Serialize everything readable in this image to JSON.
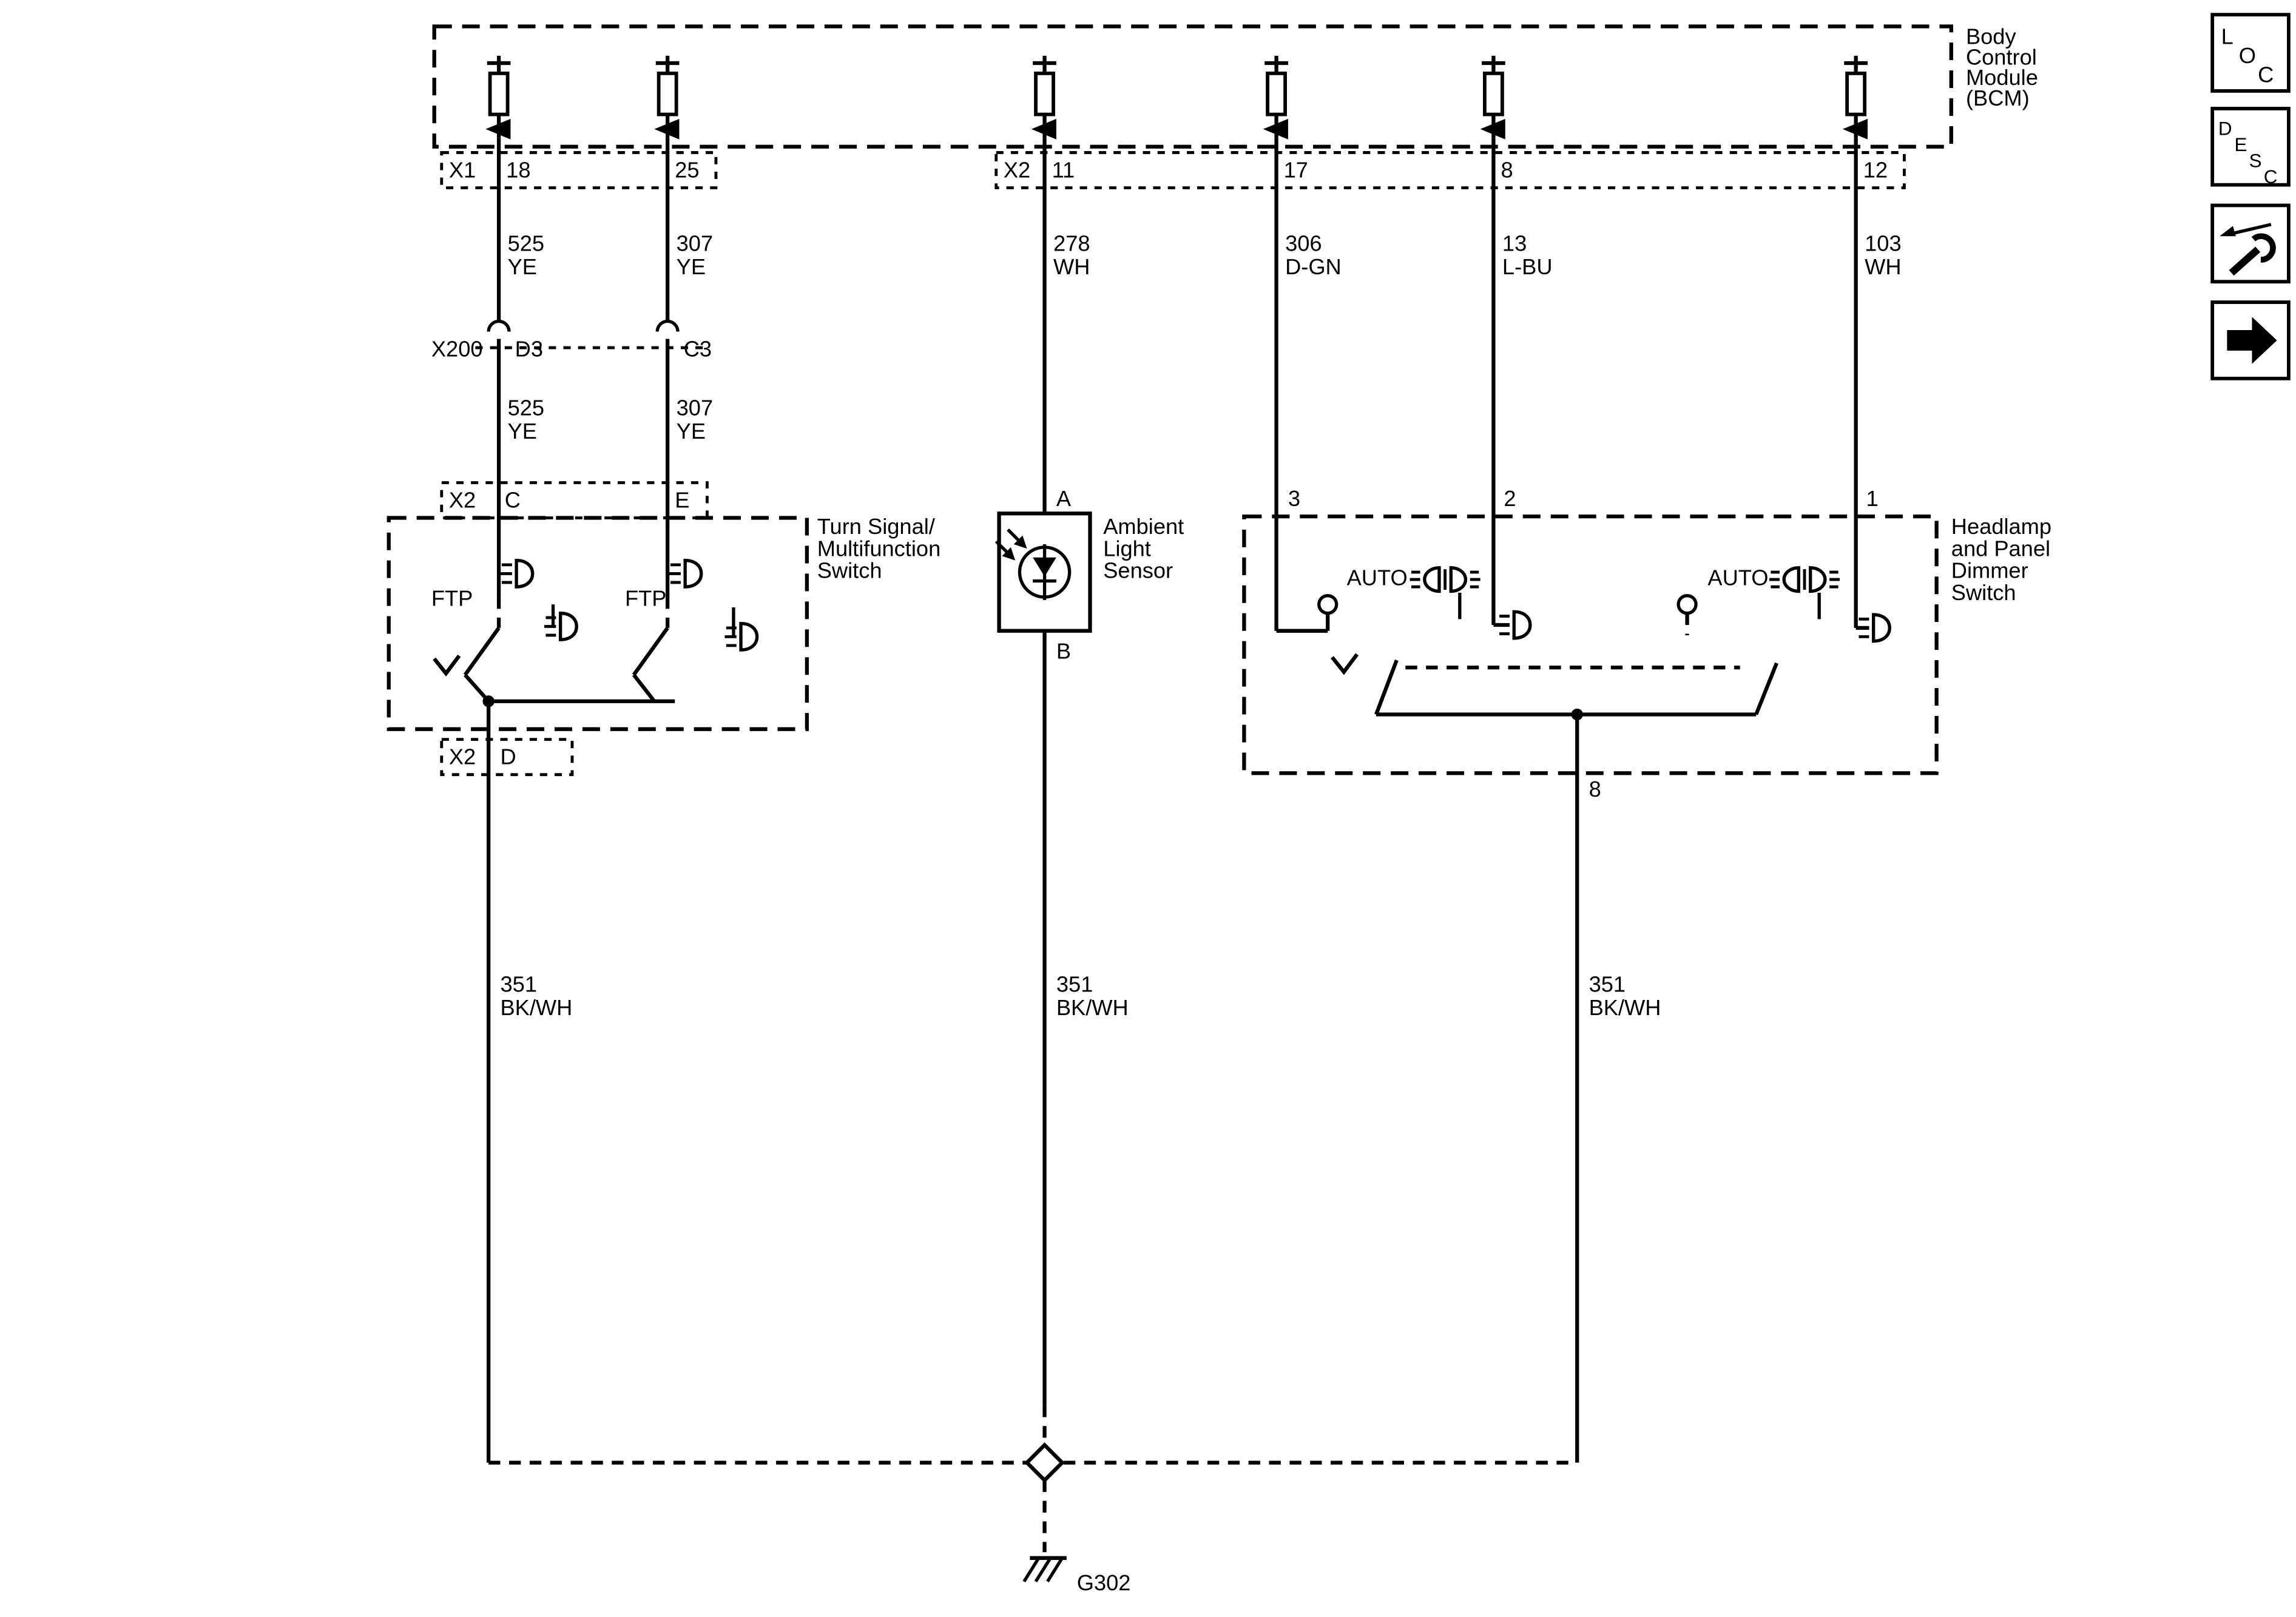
{
  "colors": {
    "line": "#000000",
    "background": "#ffffff"
  },
  "bcm": {
    "name": [
      "Body",
      "Control",
      "Module",
      "(BCM)"
    ],
    "x1_label": "X1",
    "x1_pins": [
      "18",
      "25"
    ],
    "x2_label": "X2",
    "x2_pins": [
      "11",
      "17",
      "8",
      "12"
    ]
  },
  "wires": {
    "top": [
      {
        "circuit": "525",
        "color": "YE"
      },
      {
        "circuit": "307",
        "color": "YE"
      },
      {
        "circuit": "278",
        "color": "WH"
      },
      {
        "circuit": "306",
        "color": "D-GN"
      },
      {
        "circuit": "13",
        "color": "L-BU"
      },
      {
        "circuit": "103",
        "color": "WH"
      }
    ],
    "mid": [
      {
        "circuit": "525",
        "color": "YE"
      },
      {
        "circuit": "307",
        "color": "YE"
      }
    ],
    "bottom": [
      {
        "circuit": "351",
        "color": "BK/WH"
      },
      {
        "circuit": "351",
        "color": "BK/WH"
      },
      {
        "circuit": "351",
        "color": "BK/WH"
      }
    ]
  },
  "x200": {
    "label": "X200",
    "pin_left": "D3",
    "pin_right": "C3"
  },
  "turn_signal_switch": {
    "name": [
      "Turn Signal/",
      "Multifunction",
      "Switch"
    ],
    "conn_top_label": "X2",
    "conn_top_pins": [
      "C",
      "E"
    ],
    "ftp_left": "FTP",
    "ftp_right": "FTP",
    "conn_bottom_label": "X2",
    "conn_bottom_pin": "D"
  },
  "ambient_light_sensor": {
    "name": [
      "Ambient",
      "Light",
      "Sensor"
    ],
    "pin_top": "A",
    "pin_bottom": "B"
  },
  "dimmer_switch": {
    "name": [
      "Headlamp",
      "and Panel",
      "Dimmer",
      "Switch"
    ],
    "pins_top": [
      "3",
      "2",
      "1"
    ],
    "auto_left": "AUTO",
    "auto_right": "AUTO",
    "pin_bottom": "8"
  },
  "ground": {
    "label": "G302"
  },
  "legend": {
    "loc_letters": [
      "L",
      "O",
      "C"
    ],
    "desc_letters": [
      "D",
      "E",
      "S",
      "C"
    ],
    "icons": [
      "repair-instructions",
      "forward-arrow"
    ]
  }
}
